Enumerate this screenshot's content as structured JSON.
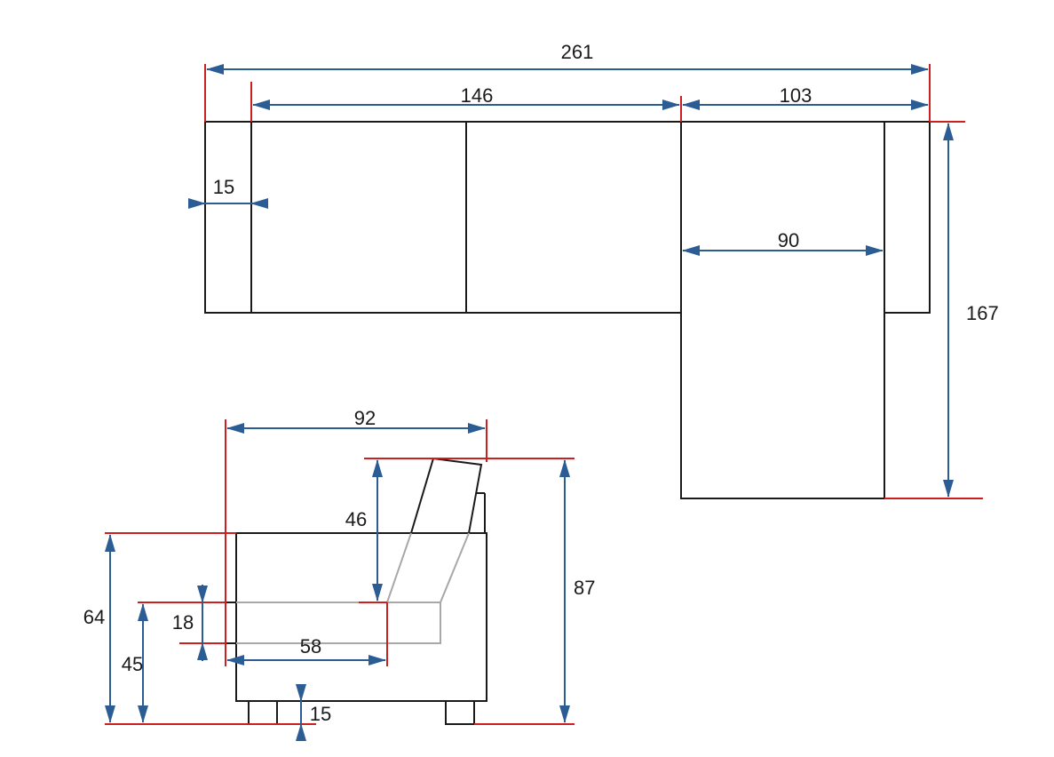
{
  "dimensions": {
    "top_total_width": "261",
    "top_sofa_width": "146",
    "top_chaise_width": "103",
    "top_armrest": "15",
    "top_chaise_inner": "90",
    "top_depth": "167",
    "side_depth": "92",
    "side_backrest": "46",
    "side_total_height": "87",
    "side_arm_height": "64",
    "side_seat_height": "45",
    "side_cushion": "18",
    "side_seat_depth": "58",
    "side_leg": "15"
  },
  "colors": {
    "outline": "#1a1a1a",
    "extension_line": "#cc1f1f",
    "dimension_line": "#2b5c93",
    "hidden_line": "#a8a8a8",
    "background": "#ffffff"
  }
}
